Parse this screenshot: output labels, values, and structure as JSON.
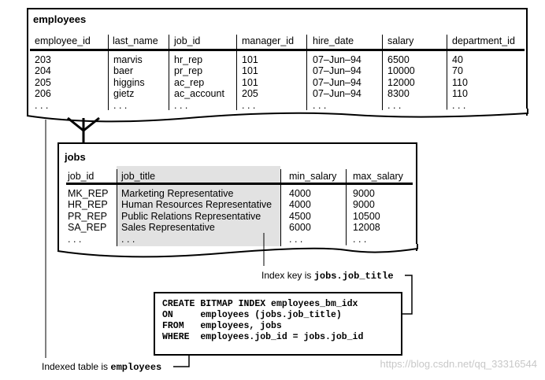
{
  "employees": {
    "title": "employees",
    "columns": [
      "employee_id",
      "last_name",
      "job_id",
      "manager_id",
      "hire_date",
      "salary",
      "department_id"
    ],
    "rows": [
      [
        "203",
        "marvis",
        "hr_rep",
        "101",
        "07–Jun–94",
        "6500",
        "40"
      ],
      [
        "204",
        "baer",
        "pr_rep",
        "101",
        "07–Jun–94",
        "10000",
        "70"
      ],
      [
        "205",
        "higgins",
        "ac_rep",
        "101",
        "07–Jun–94",
        "12000",
        "110"
      ],
      [
        "206",
        "gietz",
        "ac_account",
        "205",
        "07–Jun–94",
        "8300",
        "110"
      ],
      [
        ". . .",
        ". . .",
        ". . .",
        ". . .",
        ". . .",
        ". . .",
        ". . ."
      ]
    ]
  },
  "jobs": {
    "title": "jobs",
    "columns": [
      "job_id",
      "job_title",
      "min_salary",
      "max_salary"
    ],
    "rows": [
      [
        "MK_REP",
        "Marketing Representative",
        "4000",
        "9000"
      ],
      [
        "HR_REP",
        "Human Resources Representative",
        "4000",
        "9000"
      ],
      [
        "PR_REP",
        "Public Relations Representative",
        "4500",
        "10500"
      ],
      [
        "SA_REP",
        "Sales Representative",
        "6000",
        "12008"
      ],
      [
        ". . .",
        ". . .",
        ". . .",
        ". . ."
      ]
    ]
  },
  "callouts": {
    "index_key_prefix": "Index key is ",
    "index_key_value": "jobs.job_title",
    "indexed_table_prefix": "Indexed table is ",
    "indexed_table_value": "employees"
  },
  "sql": {
    "lines": [
      {
        "keyword": "CREATE",
        "rest": " BITMAP INDEX employees_bm_idx"
      },
      {
        "keyword": "ON",
        "rest": "     employees (jobs.job_title)"
      },
      {
        "keyword": "FROM",
        "rest": "   employees, jobs"
      },
      {
        "keyword": "WHERE",
        "rest": "  employees.job_id = jobs.job_id"
      }
    ]
  },
  "watermark": "https://blog.csdn.net/qq_33316544"
}
